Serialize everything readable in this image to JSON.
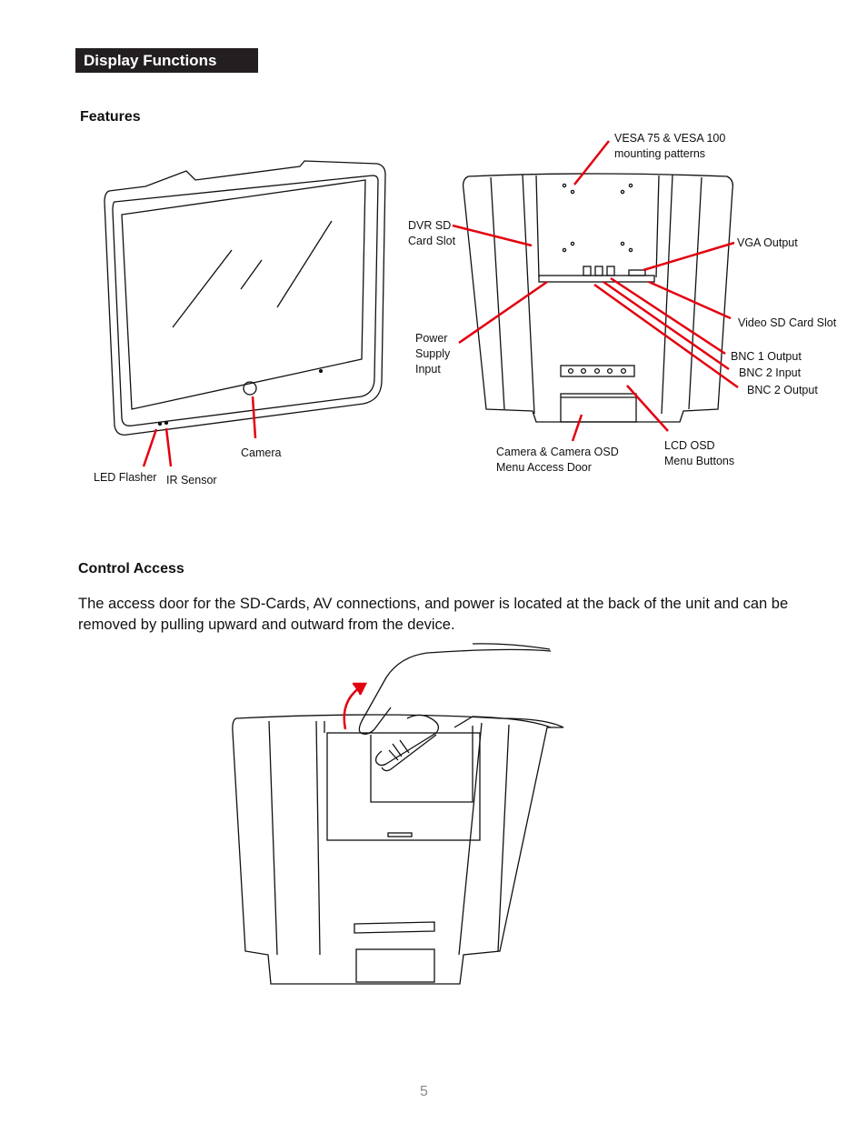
{
  "header": {
    "section_title": "Display Functions"
  },
  "features": {
    "heading": "Features",
    "labels": {
      "vesa": "VESA 75 & VESA 100\nmounting patterns",
      "dvr_sd": "DVR SD\nCard Slot",
      "vga_output": "VGA Output",
      "power": "Power\nSupply\nInput",
      "video_sd": "Video SD Card Slot",
      "bnc1_output": "BNC 1 Output",
      "bnc2_input": "BNC 2 Input",
      "bnc2_output": "BNC 2 Output",
      "camera": "Camera",
      "led_flasher": "LED Flasher",
      "ir_sensor": "IR Sensor",
      "camera_door": "Camera & Camera OSD\nMenu Access Door",
      "lcd_osd": "LCD OSD\nMenu Buttons"
    },
    "colors": {
      "callout": "#e3000f",
      "line": "#111111"
    }
  },
  "control_access": {
    "heading": "Control Access",
    "paragraph": "The access door for the SD-Cards, AV connections, and power is located at the back of the unit and can be removed by pulling upward and outward from the device."
  },
  "footer": {
    "page_number": "5"
  }
}
